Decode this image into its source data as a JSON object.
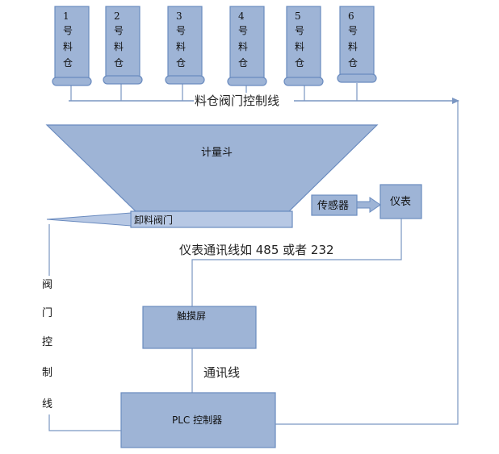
{
  "bins": [
    {
      "number": "1",
      "chars": [
        "号",
        "料",
        "仓"
      ]
    },
    {
      "number": "2",
      "chars": [
        "号",
        "料",
        "仓"
      ]
    },
    {
      "number": "3",
      "chars": [
        "号",
        "料",
        "仓"
      ]
    },
    {
      "number": "4",
      "chars": [
        "号",
        "料",
        "仓"
      ]
    },
    {
      "number": "5",
      "chars": [
        "号",
        "料",
        "仓"
      ]
    },
    {
      "number": "6",
      "chars": [
        "号",
        "料",
        "仓"
      ]
    }
  ],
  "labels": {
    "bin_valve_control_line": "料仓阀门控制线",
    "weighing_hopper": "计量斗",
    "discharge_valve": "卸料阀门",
    "sensor": "传感器",
    "instrument": "仪表",
    "instrument_comm_line": "仪表通讯线如 485 或者 232",
    "touch_screen": "触摸屏",
    "comm_line": "通讯线",
    "plc_controller": "PLC 控制器",
    "valve_control_line_vertical": [
      "阀",
      "门",
      "控",
      "制",
      "线"
    ]
  },
  "colors": {
    "fill": "#9eb4d6",
    "fill_light": "#b7c8e4",
    "stroke": "#6a8bbf",
    "line": "#7a96c2",
    "text": "#111111"
  }
}
